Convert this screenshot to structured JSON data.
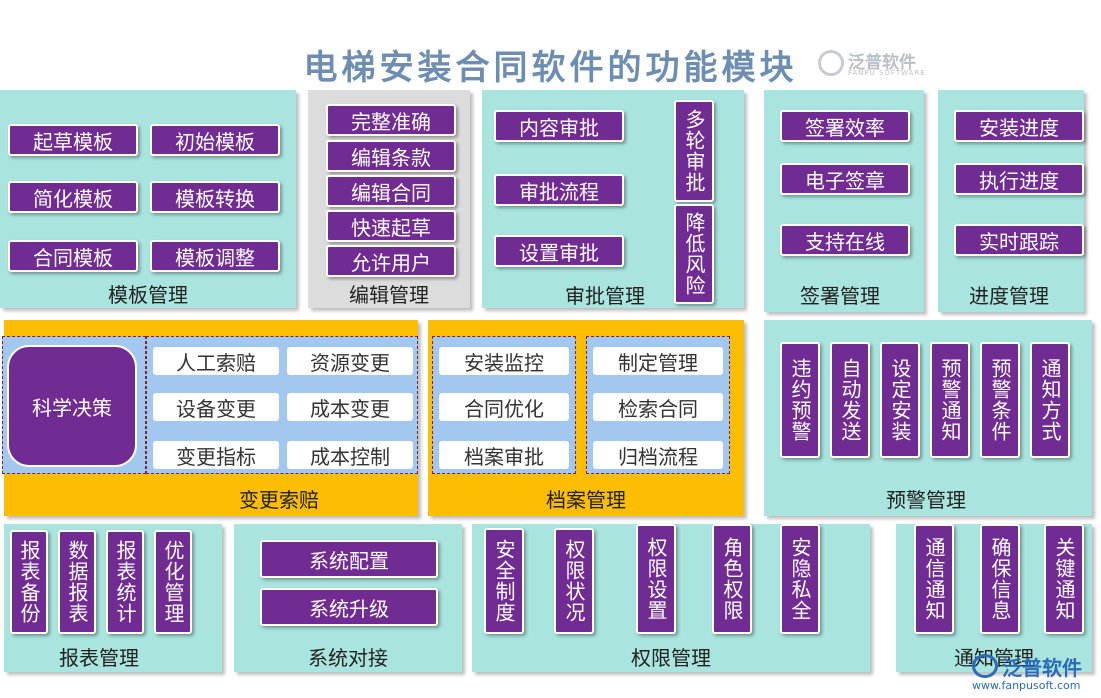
{
  "title": "电梯安装合同软件的功能模块",
  "logo_top": {
    "name": "泛普软件",
    "sub": "FANPU SOFTWARE"
  },
  "logo_bottom": {
    "name": "泛普软件",
    "url": "www.fanpusoft.com"
  },
  "template": {
    "title": "模板管理",
    "items": [
      "起草模板",
      "初始模板",
      "简化模板",
      "模板转换",
      "合同模板",
      "模板调整"
    ]
  },
  "edit": {
    "title": "编辑管理",
    "items": [
      "完整准确",
      "编辑条款",
      "编辑合同",
      "快速起草",
      "允许用户"
    ]
  },
  "approval": {
    "title": "审批管理",
    "items": [
      "内容审批",
      "审批流程",
      "设置审批"
    ],
    "vertical": [
      "多轮审批",
      "降低风险"
    ]
  },
  "sign": {
    "title": "签署管理",
    "items": [
      "签署效率",
      "电子签章",
      "支持在线"
    ]
  },
  "progress": {
    "title": "进度管理",
    "items": [
      "安装进度",
      "执行进度",
      "实时跟踪"
    ]
  },
  "change": {
    "title": "变更索赔",
    "decision": "科学决策",
    "items": [
      "人工索赔",
      "资源变更",
      "设备变更",
      "成本变更",
      "变更指标",
      "成本控制"
    ]
  },
  "archive": {
    "title": "档案管理",
    "items": [
      "安装监控",
      "制定管理",
      "合同优化",
      "检索合同",
      "档案审批",
      "归档流程"
    ]
  },
  "warning": {
    "title": "预警管理",
    "items": [
      "违约预警",
      "自动发送",
      "设定安装",
      "预警通知",
      "预警条件",
      "通知方式"
    ]
  },
  "report": {
    "title": "报表管理",
    "items": [
      "报表备份",
      "数据报表",
      "报表统计",
      "优化管理"
    ]
  },
  "system": {
    "title": "系统对接",
    "items": [
      "系统配置",
      "系统升级"
    ]
  },
  "permission": {
    "title": "权限管理",
    "items": [
      "安全制度",
      "权限状况",
      "权限设置",
      "角色权限",
      "安隐私全"
    ]
  },
  "notify": {
    "title": "通知管理",
    "items": [
      "通信通知",
      "确保信息",
      "关键通知"
    ]
  }
}
